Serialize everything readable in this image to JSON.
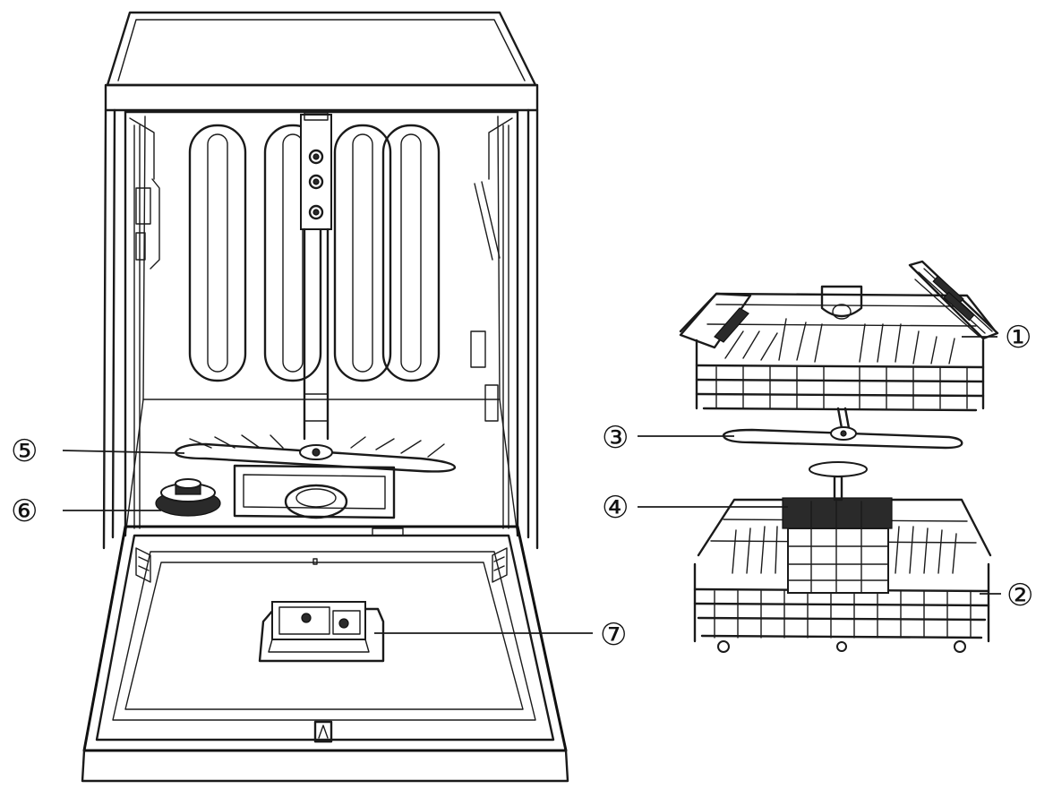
{
  "callouts": [
    {
      "id": "1",
      "label": "①"
    },
    {
      "id": "2",
      "label": "②"
    },
    {
      "id": "3",
      "label": "③"
    },
    {
      "id": "4",
      "label": "④"
    },
    {
      "id": "5",
      "label": "⑤"
    },
    {
      "id": "6",
      "label": "⑥"
    },
    {
      "id": "7",
      "label": "⑦"
    }
  ]
}
